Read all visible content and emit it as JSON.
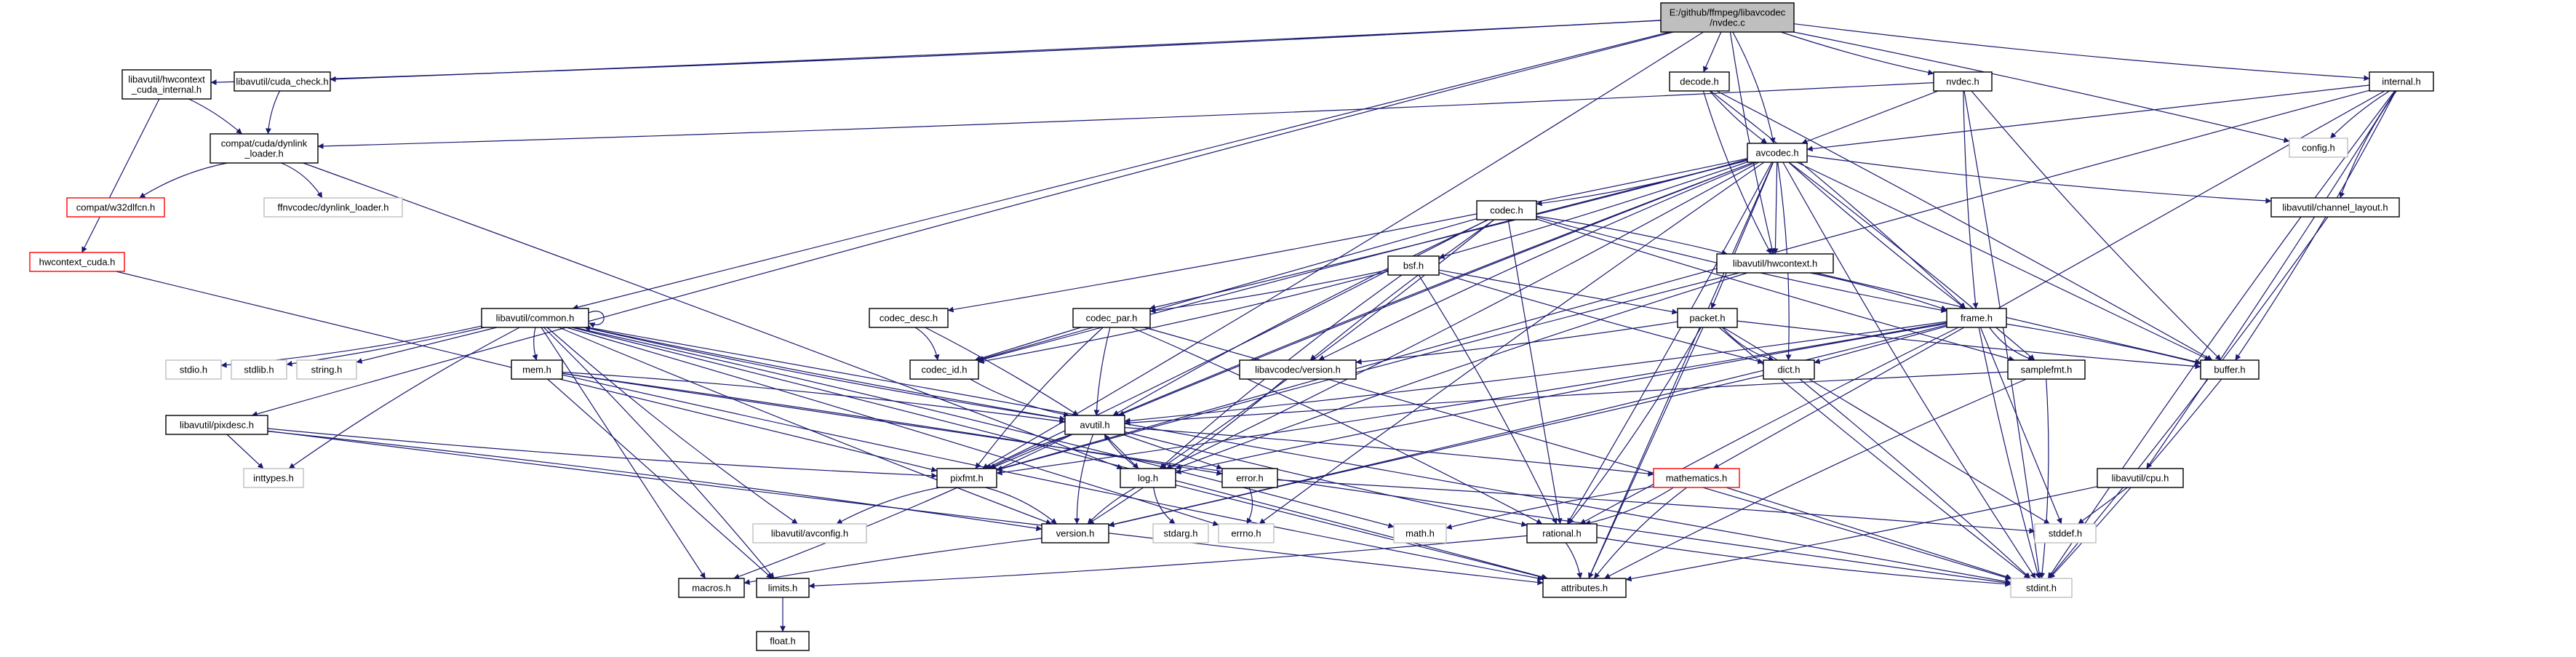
{
  "graph": {
    "colors": {
      "edge": "#191970",
      "node_border": "#000000",
      "root_fill": "#bfbfbf",
      "missing_border": "#bfbfbf",
      "red_border": "#ff0000",
      "background": "#ffffff"
    },
    "nodes": [
      {
        "id": "root",
        "label": [
          "E:/github/ffmpeg/libavcodec",
          "/nvdec.c"
        ],
        "kind": "root"
      },
      {
        "id": "hwcontext_cuda_internal",
        "label": [
          "libavutil/hwcontext",
          "_cuda_internal.h"
        ],
        "kind": "normal"
      },
      {
        "id": "cuda_check",
        "label": [
          "libavutil/cuda_check.h"
        ],
        "kind": "normal"
      },
      {
        "id": "decode_h",
        "label": [
          "decode.h"
        ],
        "kind": "normal"
      },
      {
        "id": "nvdec_h",
        "label": [
          "nvdec.h"
        ],
        "kind": "normal"
      },
      {
        "id": "internal_h",
        "label": [
          "internal.h"
        ],
        "kind": "normal"
      },
      {
        "id": "dynlink_loader",
        "label": [
          "compat/cuda/dynlink",
          "_loader.h"
        ],
        "kind": "normal"
      },
      {
        "id": "avcodec_h",
        "label": [
          "avcodec.h"
        ],
        "kind": "normal"
      },
      {
        "id": "config_h",
        "label": [
          "config.h"
        ],
        "kind": "missing"
      },
      {
        "id": "w32dlfcn",
        "label": [
          "compat/w32dlfcn.h"
        ],
        "kind": "red"
      },
      {
        "id": "ffnvcodec",
        "label": [
          "ffnvcodec/dynlink_loader.h"
        ],
        "kind": "missing"
      },
      {
        "id": "channel_layout",
        "label": [
          "libavutil/channel_layout.h"
        ],
        "kind": "normal"
      },
      {
        "id": "codec_h",
        "label": [
          "codec.h"
        ],
        "kind": "normal"
      },
      {
        "id": "hwcontext_cuda",
        "label": [
          "hwcontext_cuda.h"
        ],
        "kind": "red"
      },
      {
        "id": "bsf_h",
        "label": [
          "bsf.h"
        ],
        "kind": "normal"
      },
      {
        "id": "hwcontext_h",
        "label": [
          "libavutil/hwcontext.h"
        ],
        "kind": "normal"
      },
      {
        "id": "frame_h",
        "label": [
          "frame.h"
        ],
        "kind": "normal"
      },
      {
        "id": "common_h",
        "label": [
          "libavutil/common.h"
        ],
        "kind": "normal"
      },
      {
        "id": "codec_desc",
        "label": [
          "codec_desc.h"
        ],
        "kind": "normal"
      },
      {
        "id": "codec_par",
        "label": [
          "codec_par.h"
        ],
        "kind": "normal"
      },
      {
        "id": "packet_h",
        "label": [
          "packet.h"
        ],
        "kind": "normal"
      },
      {
        "id": "stdio_h",
        "label": [
          "stdio.h"
        ],
        "kind": "missing"
      },
      {
        "id": "stdlib_h",
        "label": [
          "stdlib.h"
        ],
        "kind": "missing"
      },
      {
        "id": "string_h",
        "label": [
          "string.h"
        ],
        "kind": "missing"
      },
      {
        "id": "mem_h",
        "label": [
          "mem.h"
        ],
        "kind": "normal"
      },
      {
        "id": "codec_id",
        "label": [
          "codec_id.h"
        ],
        "kind": "normal"
      },
      {
        "id": "lavc_version",
        "label": [
          "libavcodec/version.h"
        ],
        "kind": "normal"
      },
      {
        "id": "dict_h",
        "label": [
          "dict.h"
        ],
        "kind": "normal"
      },
      {
        "id": "samplefmt_h",
        "label": [
          "samplefmt.h"
        ],
        "kind": "normal"
      },
      {
        "id": "buffer_h",
        "label": [
          "buffer.h"
        ],
        "kind": "normal"
      },
      {
        "id": "pixdesc_h",
        "label": [
          "libavutil/pixdesc.h"
        ],
        "kind": "normal"
      },
      {
        "id": "avutil_h",
        "label": [
          "avutil.h"
        ],
        "kind": "normal"
      },
      {
        "id": "inttypes_h",
        "label": [
          "inttypes.h"
        ],
        "kind": "missing"
      },
      {
        "id": "pixfmt_h",
        "label": [
          "pixfmt.h"
        ],
        "kind": "normal"
      },
      {
        "id": "log_h",
        "label": [
          "log.h"
        ],
        "kind": "normal"
      },
      {
        "id": "error_h",
        "label": [
          "error.h"
        ],
        "kind": "normal"
      },
      {
        "id": "mathematics_h",
        "label": [
          "mathematics.h"
        ],
        "kind": "red"
      },
      {
        "id": "cpu_h",
        "label": [
          "libavutil/cpu.h"
        ],
        "kind": "normal"
      },
      {
        "id": "avconfig_h",
        "label": [
          "libavutil/avconfig.h"
        ],
        "kind": "missing"
      },
      {
        "id": "version_h",
        "label": [
          "version.h"
        ],
        "kind": "normal"
      },
      {
        "id": "stdarg_h",
        "label": [
          "stdarg.h"
        ],
        "kind": "missing"
      },
      {
        "id": "errno_h",
        "label": [
          "errno.h"
        ],
        "kind": "missing"
      },
      {
        "id": "math_h",
        "label": [
          "math.h"
        ],
        "kind": "missing"
      },
      {
        "id": "rational_h",
        "label": [
          "rational.h"
        ],
        "kind": "normal"
      },
      {
        "id": "stddef_h",
        "label": [
          "stddef.h"
        ],
        "kind": "missing"
      },
      {
        "id": "macros_h",
        "label": [
          "macros.h"
        ],
        "kind": "normal"
      },
      {
        "id": "limits_h",
        "label": [
          "limits.h"
        ],
        "kind": "normal"
      },
      {
        "id": "attributes_h",
        "label": [
          "attributes.h"
        ],
        "kind": "normal"
      },
      {
        "id": "stdint_h",
        "label": [
          "stdint.h"
        ],
        "kind": "missing"
      },
      {
        "id": "float_h",
        "label": [
          "float.h"
        ],
        "kind": "normal"
      }
    ],
    "edges": [
      [
        "root",
        "hwcontext_cuda_internal"
      ],
      [
        "root",
        "cuda_check"
      ],
      [
        "root",
        "decode_h"
      ],
      [
        "root",
        "nvdec_h"
      ],
      [
        "root",
        "internal_h"
      ],
      [
        "root",
        "avcodec_h"
      ],
      [
        "root",
        "config_h"
      ],
      [
        "root",
        "common_h"
      ],
      [
        "root",
        "hwcontext_h"
      ],
      [
        "root",
        "pixdesc_h"
      ],
      [
        "root",
        "pixfmt_h"
      ],
      [
        "hwcontext_cuda_internal",
        "dynlink_loader"
      ],
      [
        "hwcontext_cuda_internal",
        "hwcontext_cuda"
      ],
      [
        "cuda_check",
        "dynlink_loader"
      ],
      [
        "dynlink_loader",
        "w32dlfcn"
      ],
      [
        "dynlink_loader",
        "ffnvcodec"
      ],
      [
        "dynlink_loader",
        "log_h"
      ],
      [
        "hwcontext_cuda",
        "pixfmt_h"
      ],
      [
        "decode_h",
        "avcodec_h"
      ],
      [
        "decode_h",
        "hwcontext_h"
      ],
      [
        "decode_h",
        "frame_h"
      ],
      [
        "decode_h",
        "buffer_h"
      ],
      [
        "nvdec_h",
        "avcodec_h"
      ],
      [
        "nvdec_h",
        "frame_h"
      ],
      [
        "nvdec_h",
        "buffer_h"
      ],
      [
        "nvdec_h",
        "dynlink_loader"
      ],
      [
        "nvdec_h",
        "stdint_h"
      ],
      [
        "internal_h",
        "avcodec_h"
      ],
      [
        "internal_h",
        "config_h"
      ],
      [
        "internal_h",
        "channel_layout"
      ],
      [
        "internal_h",
        "buffer_h"
      ],
      [
        "internal_h",
        "cpu_h"
      ],
      [
        "internal_h",
        "mathematics_h"
      ],
      [
        "internal_h",
        "pixfmt_h"
      ],
      [
        "internal_h",
        "stdint_h"
      ],
      [
        "avcodec_h",
        "codec_h"
      ],
      [
        "avcodec_h",
        "bsf_h"
      ],
      [
        "avcodec_h",
        "hwcontext_h"
      ],
      [
        "avcodec_h",
        "frame_h"
      ],
      [
        "avcodec_h",
        "channel_layout"
      ],
      [
        "avcodec_h",
        "codec_desc"
      ],
      [
        "avcodec_h",
        "codec_par"
      ],
      [
        "avcodec_h",
        "packet_h"
      ],
      [
        "avcodec_h",
        "codec_id"
      ],
      [
        "avcodec_h",
        "lavc_version"
      ],
      [
        "avcodec_h",
        "dict_h"
      ],
      [
        "avcodec_h",
        "samplefmt_h"
      ],
      [
        "avcodec_h",
        "buffer_h"
      ],
      [
        "avcodec_h",
        "avutil_h"
      ],
      [
        "avcodec_h",
        "pixfmt_h"
      ],
      [
        "avcodec_h",
        "log_h"
      ],
      [
        "avcodec_h",
        "rational_h"
      ],
      [
        "avcodec_h",
        "attributes_h"
      ],
      [
        "avcodec_h",
        "errno_h"
      ],
      [
        "avcodec_h",
        "stdint_h"
      ],
      [
        "channel_layout",
        "stdint_h"
      ],
      [
        "codec_h",
        "hwcontext_h"
      ],
      [
        "codec_h",
        "codec_id"
      ],
      [
        "codec_h",
        "lavc_version"
      ],
      [
        "codec_h",
        "avutil_h"
      ],
      [
        "codec_h",
        "log_h"
      ],
      [
        "codec_h",
        "pixfmt_h"
      ],
      [
        "codec_h",
        "rational_h"
      ],
      [
        "codec_h",
        "samplefmt_h"
      ],
      [
        "codec_h",
        "frame_h"
      ],
      [
        "bsf_h",
        "codec_id"
      ],
      [
        "bsf_h",
        "codec_par"
      ],
      [
        "bsf_h",
        "packet_h"
      ],
      [
        "bsf_h",
        "dict_h"
      ],
      [
        "bsf_h",
        "log_h"
      ],
      [
        "bsf_h",
        "rational_h"
      ],
      [
        "hwcontext_h",
        "frame_h"
      ],
      [
        "hwcontext_h",
        "buffer_h"
      ],
      [
        "hwcontext_h",
        "pixfmt_h"
      ],
      [
        "hwcontext_h",
        "log_h"
      ],
      [
        "frame_h",
        "avutil_h"
      ],
      [
        "frame_h",
        "buffer_h"
      ],
      [
        "frame_h",
        "dict_h"
      ],
      [
        "frame_h",
        "rational_h"
      ],
      [
        "frame_h",
        "samplefmt_h"
      ],
      [
        "frame_h",
        "pixfmt_h"
      ],
      [
        "frame_h",
        "version_h"
      ],
      [
        "frame_h",
        "stddef_h"
      ],
      [
        "frame_h",
        "stdint_h"
      ],
      [
        "frame_h",
        "log_h"
      ],
      [
        "common_h",
        "stdio_h"
      ],
      [
        "common_h",
        "stdlib_h"
      ],
      [
        "common_h",
        "string_h"
      ],
      [
        "common_h",
        "mem_h"
      ],
      [
        "common_h",
        "inttypes_h"
      ],
      [
        "common_h",
        "limits_h"
      ],
      [
        "common_h",
        "attributes_h"
      ],
      [
        "common_h",
        "macros_h"
      ],
      [
        "common_h",
        "version_h"
      ],
      [
        "common_h",
        "avconfig_h"
      ],
      [
        "common_h",
        "math_h"
      ],
      [
        "common_h",
        "errno_h"
      ],
      [
        "common_h",
        "stdint_h"
      ],
      [
        "common_h",
        "common_h"
      ],
      [
        "common_h",
        "avutil_h"
      ],
      [
        "codec_desc",
        "codec_id"
      ],
      [
        "codec_desc",
        "avutil_h"
      ],
      [
        "codec_par",
        "codec_id"
      ],
      [
        "codec_par",
        "avutil_h"
      ],
      [
        "codec_par",
        "pixfmt_h"
      ],
      [
        "codec_par",
        "rational_h"
      ],
      [
        "codec_par",
        "stdint_h"
      ],
      [
        "packet_h",
        "attributes_h"
      ],
      [
        "packet_h",
        "buffer_h"
      ],
      [
        "packet_h",
        "dict_h"
      ],
      [
        "packet_h",
        "rational_h"
      ],
      [
        "packet_h",
        "lavc_version"
      ],
      [
        "packet_h",
        "stddef_h"
      ],
      [
        "packet_h",
        "stdint_h"
      ],
      [
        "mem_h",
        "attributes_h"
      ],
      [
        "mem_h",
        "avutil_h"
      ],
      [
        "mem_h",
        "error_h"
      ],
      [
        "mem_h",
        "limits_h"
      ],
      [
        "mem_h",
        "stdint_h"
      ],
      [
        "codec_id",
        "avutil_h"
      ],
      [
        "lavc_version",
        "version_h"
      ],
      [
        "dict_h",
        "stdint_h"
      ],
      [
        "dict_h",
        "version_h"
      ],
      [
        "samplefmt_h",
        "avutil_h"
      ],
      [
        "samplefmt_h",
        "attributes_h"
      ],
      [
        "samplefmt_h",
        "stdint_h"
      ],
      [
        "buffer_h",
        "stdint_h"
      ],
      [
        "pixdesc_h",
        "inttypes_h"
      ],
      [
        "pixdesc_h",
        "attributes_h"
      ],
      [
        "pixdesc_h",
        "pixfmt_h"
      ],
      [
        "pixdesc_h",
        "version_h"
      ],
      [
        "avutil_h",
        "common_h"
      ],
      [
        "avutil_h",
        "error_h"
      ],
      [
        "avutil_h",
        "rational_h"
      ],
      [
        "avutil_h",
        "version_h"
      ],
      [
        "avutil_h",
        "macros_h"
      ],
      [
        "avutil_h",
        "mathematics_h"
      ],
      [
        "avutil_h",
        "log_h"
      ],
      [
        "avutil_h",
        "pixfmt_h"
      ],
      [
        "pixfmt_h",
        "avconfig_h"
      ],
      [
        "pixfmt_h",
        "version_h"
      ],
      [
        "log_h",
        "avutil_h"
      ],
      [
        "log_h",
        "attributes_h"
      ],
      [
        "log_h",
        "version_h"
      ],
      [
        "log_h",
        "stdarg_h"
      ],
      [
        "error_h",
        "errno_h"
      ],
      [
        "error_h",
        "stddef_h"
      ],
      [
        "mathematics_h",
        "stdint_h"
      ],
      [
        "mathematics_h",
        "math_h"
      ],
      [
        "mathematics_h",
        "attributes_h"
      ],
      [
        "mathematics_h",
        "rational_h"
      ],
      [
        "cpu_h",
        "attributes_h"
      ],
      [
        "cpu_h",
        "stddef_h"
      ],
      [
        "version_h",
        "macros_h"
      ],
      [
        "rational_h",
        "stdint_h"
      ],
      [
        "rational_h",
        "limits_h"
      ],
      [
        "rational_h",
        "attributes_h"
      ],
      [
        "limits_h",
        "float_h"
      ]
    ]
  }
}
